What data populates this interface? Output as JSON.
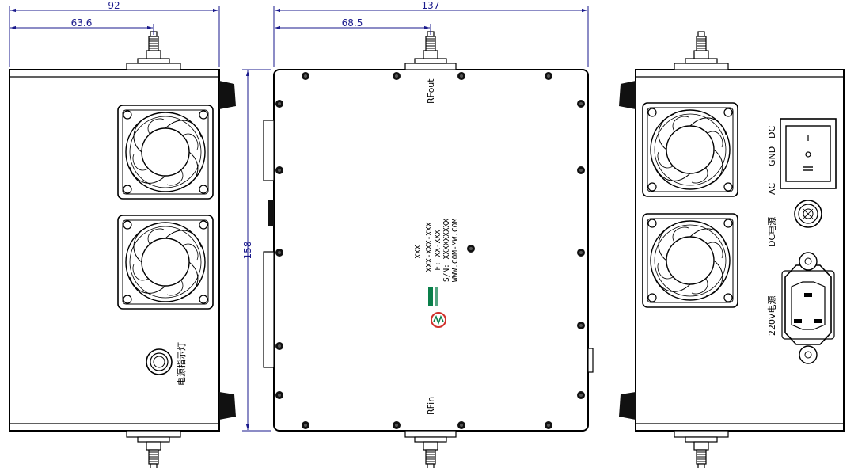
{
  "dimensions": {
    "left_width": "92",
    "left_connector_offset": "63.6",
    "front_width": "137",
    "front_connector_offset": "68.5",
    "height": "158"
  },
  "labels": {
    "power_indicator": "电源指示灯",
    "rf_out": "RFout",
    "rf_in": "RFin",
    "switch_dc": "DC",
    "switch_gnd": "GND",
    "switch_ac": "AC",
    "dc_power": "DC电源",
    "ac_power": "220V电源"
  },
  "nameplate": {
    "line1": "XXX",
    "line2": "XXX-XXX-XXX",
    "line3": "F: XX-XXX",
    "line4": "S/N: XXXXXXXXX",
    "line5": "WWW.COM-MW.COM"
  },
  "colors": {
    "dimension": "#1a1a8c",
    "logo_green": "#0a7f4a",
    "logo_red": "#d0302a",
    "outline": "#000000"
  }
}
